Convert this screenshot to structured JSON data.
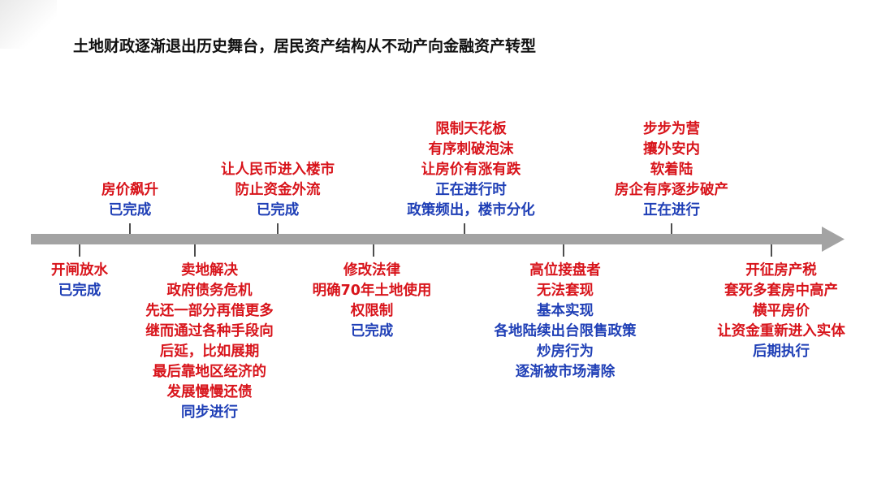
{
  "title": "土地财政逐渐退出历史舞台，居民资产结构从不动产向金融资产转型",
  "colors": {
    "action": "#d8141b",
    "status": "#1f3fb6",
    "axis": "#a3a3a3"
  },
  "timeline": {
    "above": [
      {
        "lines": [
          {
            "text": "房价飙升",
            "kind": "action"
          },
          {
            "text": "已完成",
            "kind": "status"
          }
        ]
      },
      {
        "lines": [
          {
            "text": "让人民币进入楼市",
            "kind": "action"
          },
          {
            "text": "防止资金外流",
            "kind": "action"
          },
          {
            "text": "已完成",
            "kind": "status"
          }
        ]
      },
      {
        "lines": [
          {
            "text": "限制天花板",
            "kind": "action"
          },
          {
            "text": "有序刺破泡沫",
            "kind": "action"
          },
          {
            "text": "让房价有涨有跌",
            "kind": "action"
          },
          {
            "text": "正在进行时",
            "kind": "status"
          },
          {
            "text": "政策频出，楼市分化",
            "kind": "status"
          }
        ]
      },
      {
        "lines": [
          {
            "text": "步步为营",
            "kind": "action"
          },
          {
            "text": "攘外安内",
            "kind": "action"
          },
          {
            "text": "软着陆",
            "kind": "action"
          },
          {
            "text": "房企有序逐步破产",
            "kind": "action"
          },
          {
            "text": "正在进行",
            "kind": "status"
          }
        ]
      }
    ],
    "below": [
      {
        "lines": [
          {
            "text": "开闸放水",
            "kind": "action"
          },
          {
            "text": "已完成",
            "kind": "status"
          }
        ]
      },
      {
        "lines": [
          {
            "text": "卖地解决",
            "kind": "action"
          },
          {
            "text": "政府债务危机",
            "kind": "action"
          },
          {
            "text": "先还一部分再借更多",
            "kind": "action"
          },
          {
            "text": "继而通过各种手段向",
            "kind": "action"
          },
          {
            "text": "后延，比如展期",
            "kind": "action"
          },
          {
            "text": "最后靠地区经济的",
            "kind": "action"
          },
          {
            "text": "发展慢慢还债",
            "kind": "action"
          },
          {
            "text": "同步进行",
            "kind": "status"
          }
        ]
      },
      {
        "lines": [
          {
            "text": "修改法律",
            "kind": "action"
          },
          {
            "text": "明确70年土地使用",
            "kind": "action"
          },
          {
            "text": "权限制",
            "kind": "action"
          },
          {
            "text": "已完成",
            "kind": "status"
          }
        ]
      },
      {
        "lines": [
          {
            "text": "高位接盘者",
            "kind": "action"
          },
          {
            "text": "无法套现",
            "kind": "action"
          },
          {
            "text": "基本实现",
            "kind": "status"
          },
          {
            "text": "各地陆续出台限售政策",
            "kind": "status"
          },
          {
            "text": "炒房行为",
            "kind": "status"
          },
          {
            "text": "逐渐被市场清除",
            "kind": "status"
          }
        ]
      },
      {
        "lines": [
          {
            "text": "开征房产税",
            "kind": "action"
          },
          {
            "text": "套死多套房中高产",
            "kind": "action"
          },
          {
            "text": "横平房价",
            "kind": "action"
          },
          {
            "text": "让资金重新进入实体",
            "kind": "action"
          },
          {
            "text": "后期执行",
            "kind": "status"
          }
        ]
      }
    ]
  }
}
